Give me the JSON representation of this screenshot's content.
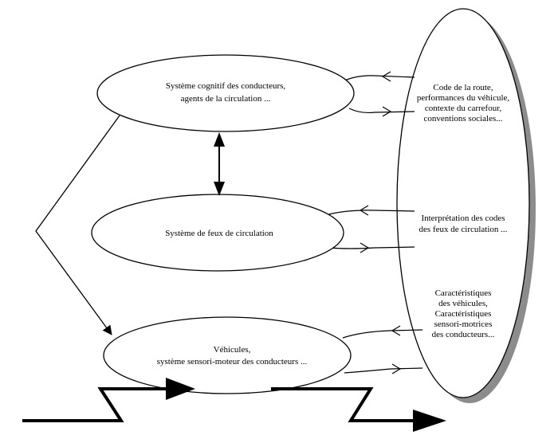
{
  "nodes": {
    "cognitive": {
      "lines": [
        "Système cognitif des conducteurs,",
        "agents de la circulation ..."
      ]
    },
    "lights": {
      "lines": [
        "Système de feux de circulation"
      ]
    },
    "vehicles": {
      "lines": [
        "Véhicules,",
        "système sensori-moteur des conducteurs ..."
      ]
    }
  },
  "context": {
    "block1": [
      "Code de la route,",
      "performances du véhicule,",
      "contexte du carrefour,",
      "conventions sociales..."
    ],
    "block2": [
      "Interprétation des codes",
      "des feux de circulation ..."
    ],
    "block3": [
      "Caractéristiques",
      "des véhicules,",
      "Caractéristiques",
      "sensori-motrices",
      "des conducteurs..."
    ]
  },
  "colors": {
    "stroke": "#000000",
    "shadow": "#8c8c8c",
    "fill": "#ffffff"
  }
}
